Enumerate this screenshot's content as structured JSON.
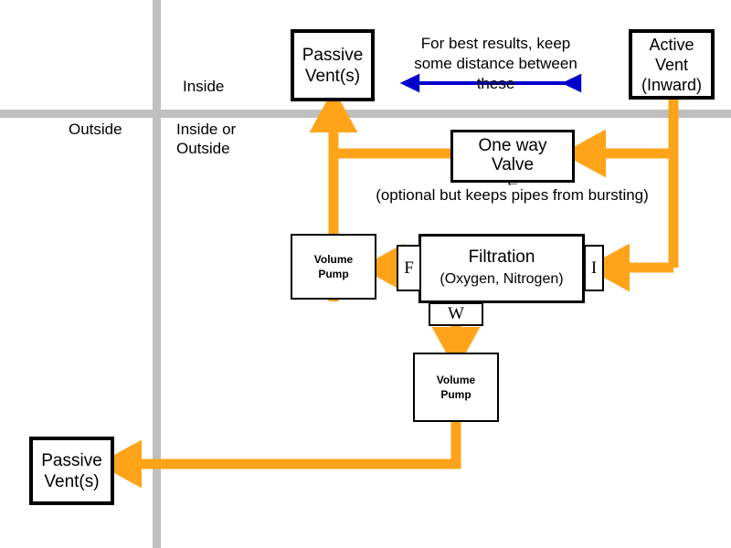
{
  "zones": {
    "inside_label": "Inside",
    "outside_label": "Outside",
    "inside_or_outside_label": "Inside or\nOutside",
    "divider_color": "#bfbfbf"
  },
  "colors": {
    "pipe": "#FFA319",
    "annotation_arrow": "#0000CC",
    "box_border": "#000000",
    "text": "#000000",
    "background": "#FFFFFF"
  },
  "nodes": {
    "passive_vent_top": {
      "line1": "Passive",
      "line2": "Vent(s)"
    },
    "active_vent": {
      "line1": "Active",
      "line2": "Vent",
      "line3": "(Inward)"
    },
    "one_way_valve": {
      "line1": "One way",
      "line2": "Valve",
      "direction_glyph": "←"
    },
    "filtration": {
      "line1": "Filtration",
      "line2": "(Oxygen, Nitrogen)"
    },
    "volume_pump_upper": {
      "line1": "Volume",
      "line2": "Pump"
    },
    "volume_pump_lower": {
      "line1": "Volume",
      "line2": "Pump"
    },
    "passive_vent_bottom": {
      "line1": "Passive",
      "line2": "Vent(s)"
    }
  },
  "ports": {
    "filtered_out": "F",
    "intake": "I",
    "waste": "W"
  },
  "notes": {
    "distance_note": "For best results, keep\nsome distance between these",
    "valve_note": "(optional but keeps pipes from bursting)"
  }
}
